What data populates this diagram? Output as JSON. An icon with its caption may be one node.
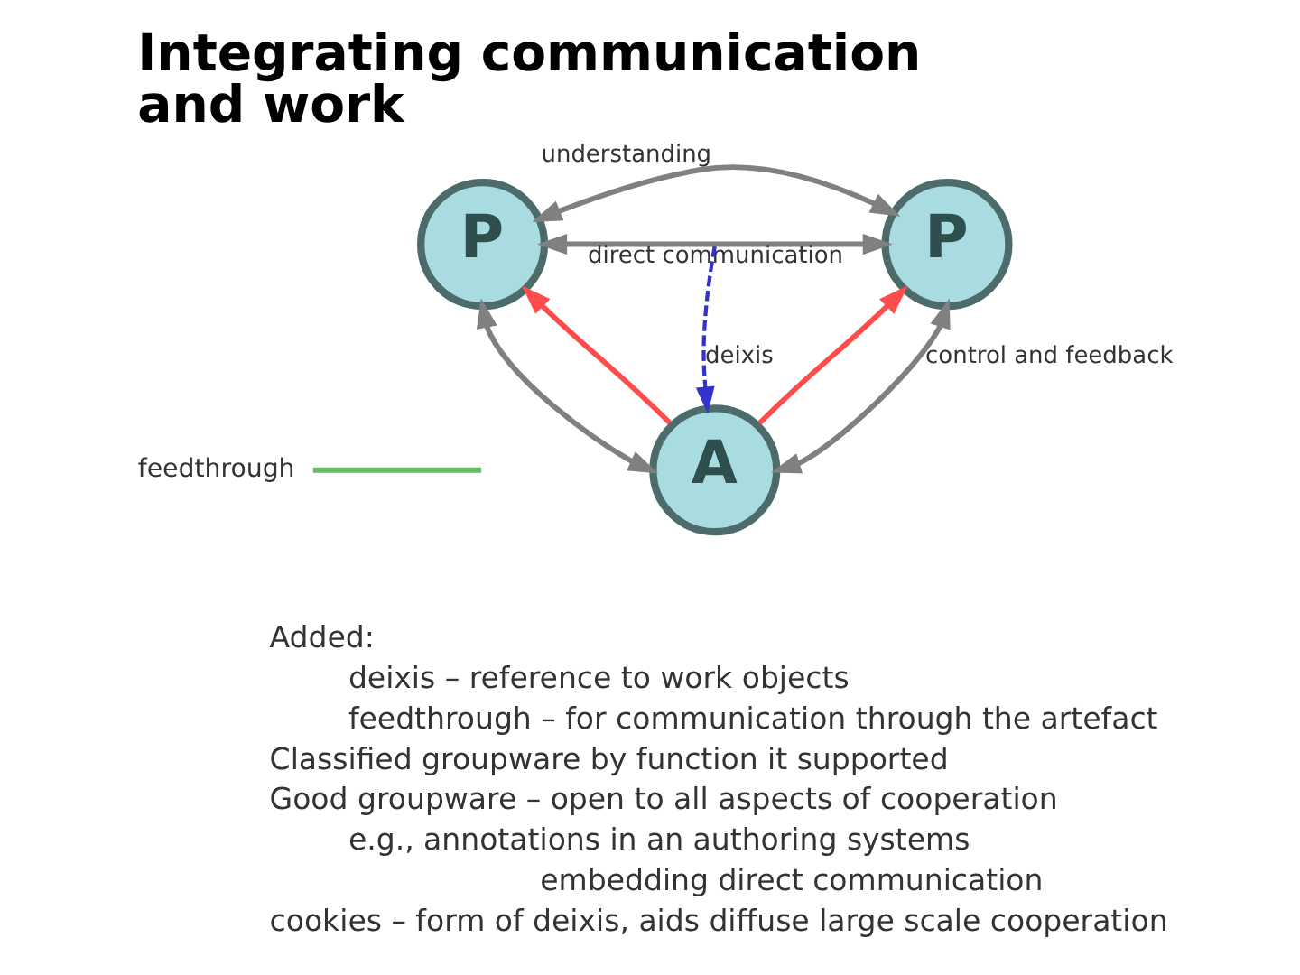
{
  "diagram": {
    "title": "Integrating communication and work",
    "nodes": [
      {
        "text": [
          "P"
        ]
      },
      {
        "text": [
          "P"
        ]
      },
      {
        "text": [
          "A"
        ]
      },
      {
        "text": [
          "feedthrough"
        ]
      }
    ],
    "edges": [
      {
        "from": 0,
        "to": 1,
        "arrow": "both",
        "label": "understanding"
      },
      {
        "from": 0,
        "to": 1,
        "arrow": "both",
        "label": "direct communication"
      },
      {
        "from": null,
        "to": 2,
        "arrow": "to",
        "label": "deixis",
        "style": "dashed",
        "color": "#3333cc"
      },
      {
        "from": 0,
        "to": 2,
        "arrow": "both"
      },
      {
        "from": 2,
        "to": 0,
        "arrow": "to",
        "color": "#ff4d4d"
      },
      {
        "from": 1,
        "to": 2,
        "arrow": "both",
        "label": "control and feedback"
      },
      {
        "from": 2,
        "to": 1,
        "arrow": "to",
        "color": "#ff4d4d"
      },
      {
        "from": 3,
        "to": null,
        "arrow": "none",
        "color": "#66bb66"
      }
    ],
    "labels": [
      "Added:",
      "deixis – reference to work objects",
      "feedthrough – for communication through the artefact",
      "Classified groupware by function it supported",
      "Good groupware – open to all aspects of cooperation",
      "e.g., annotations in an authoring systems",
      "embedding direct communication",
      "cookies – form of deixis, aids diffuse large scale cooperation"
    ]
  }
}
